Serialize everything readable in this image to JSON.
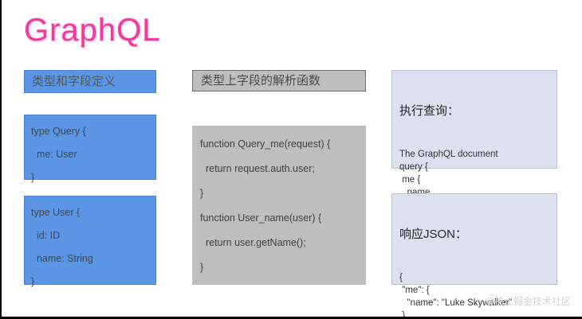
{
  "slide": {
    "title": "GraphQL",
    "title_color": "#ED3B9B",
    "background": "#ffffff",
    "watermark": "@稀土掘金技术社区"
  },
  "colors": {
    "blue_fill": "#5B95E5",
    "blue_border": "#4A7FC8",
    "gray_fill": "#BEBEBE",
    "gray_border": "#6B6B6B",
    "lavender_fill": "#DDE0EE",
    "lavender_border": "#B9BFD6",
    "code_text": "#3F484F"
  },
  "columns": {
    "left": {
      "header": "类型和字段定义",
      "blocks": [
        {
          "code": "type Query {\n  me: User\n}"
        },
        {
          "code": "type User {\n  id: ID\n  name: String\n}"
        }
      ]
    },
    "middle": {
      "header": "类型上字段的解析函数",
      "blocks": [
        {
          "code": "function Query_me(request) {\n  return request.auth.user;\n}\nfunction User_name(user) {\n  return user.getName();\n}"
        }
      ]
    },
    "right": {
      "blocks": [
        {
          "title": "执行查询：",
          "code": "The GraphQL document\nquery {\n me {\n   name\n }\n}"
        },
        {
          "title": "响应JSON：",
          "code": "{\n \"me\": {\n   \"name\": \"Luke Skywalker\"\n }\n}"
        }
      ]
    }
  }
}
